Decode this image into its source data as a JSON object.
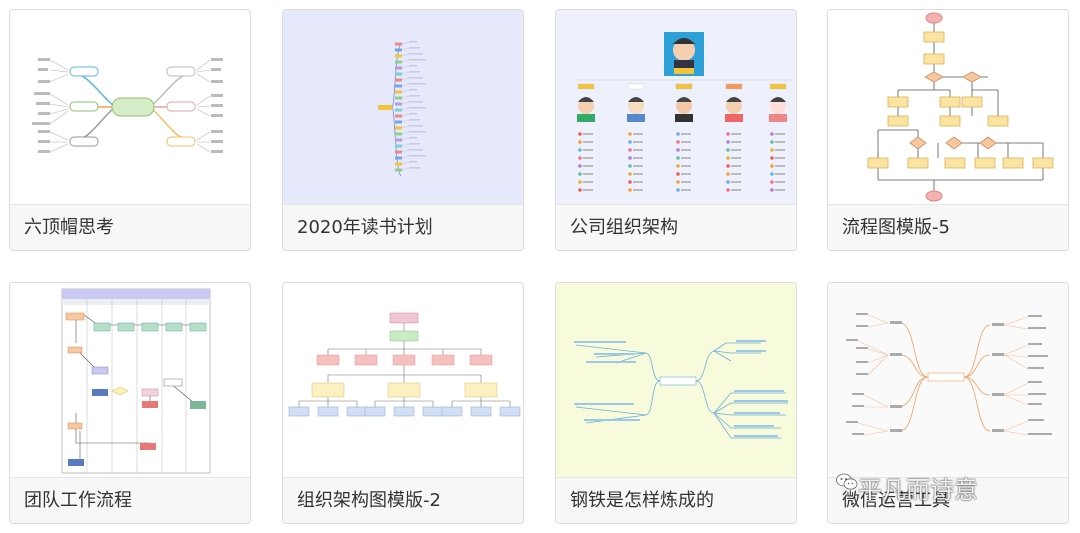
{
  "templates": [
    {
      "title": "六顶帽思考"
    },
    {
      "title": "2020年读书计划"
    },
    {
      "title": "公司组织架构"
    },
    {
      "title": "流程图模版-5"
    },
    {
      "title": "团队工作流程"
    },
    {
      "title": "组织架构图模版-2"
    },
    {
      "title": "钢铁是怎样炼成的"
    },
    {
      "title": "微信运营工具"
    }
  ],
  "watermark": {
    "text": "平凡而诗意",
    "icon": "wechat-icon"
  }
}
